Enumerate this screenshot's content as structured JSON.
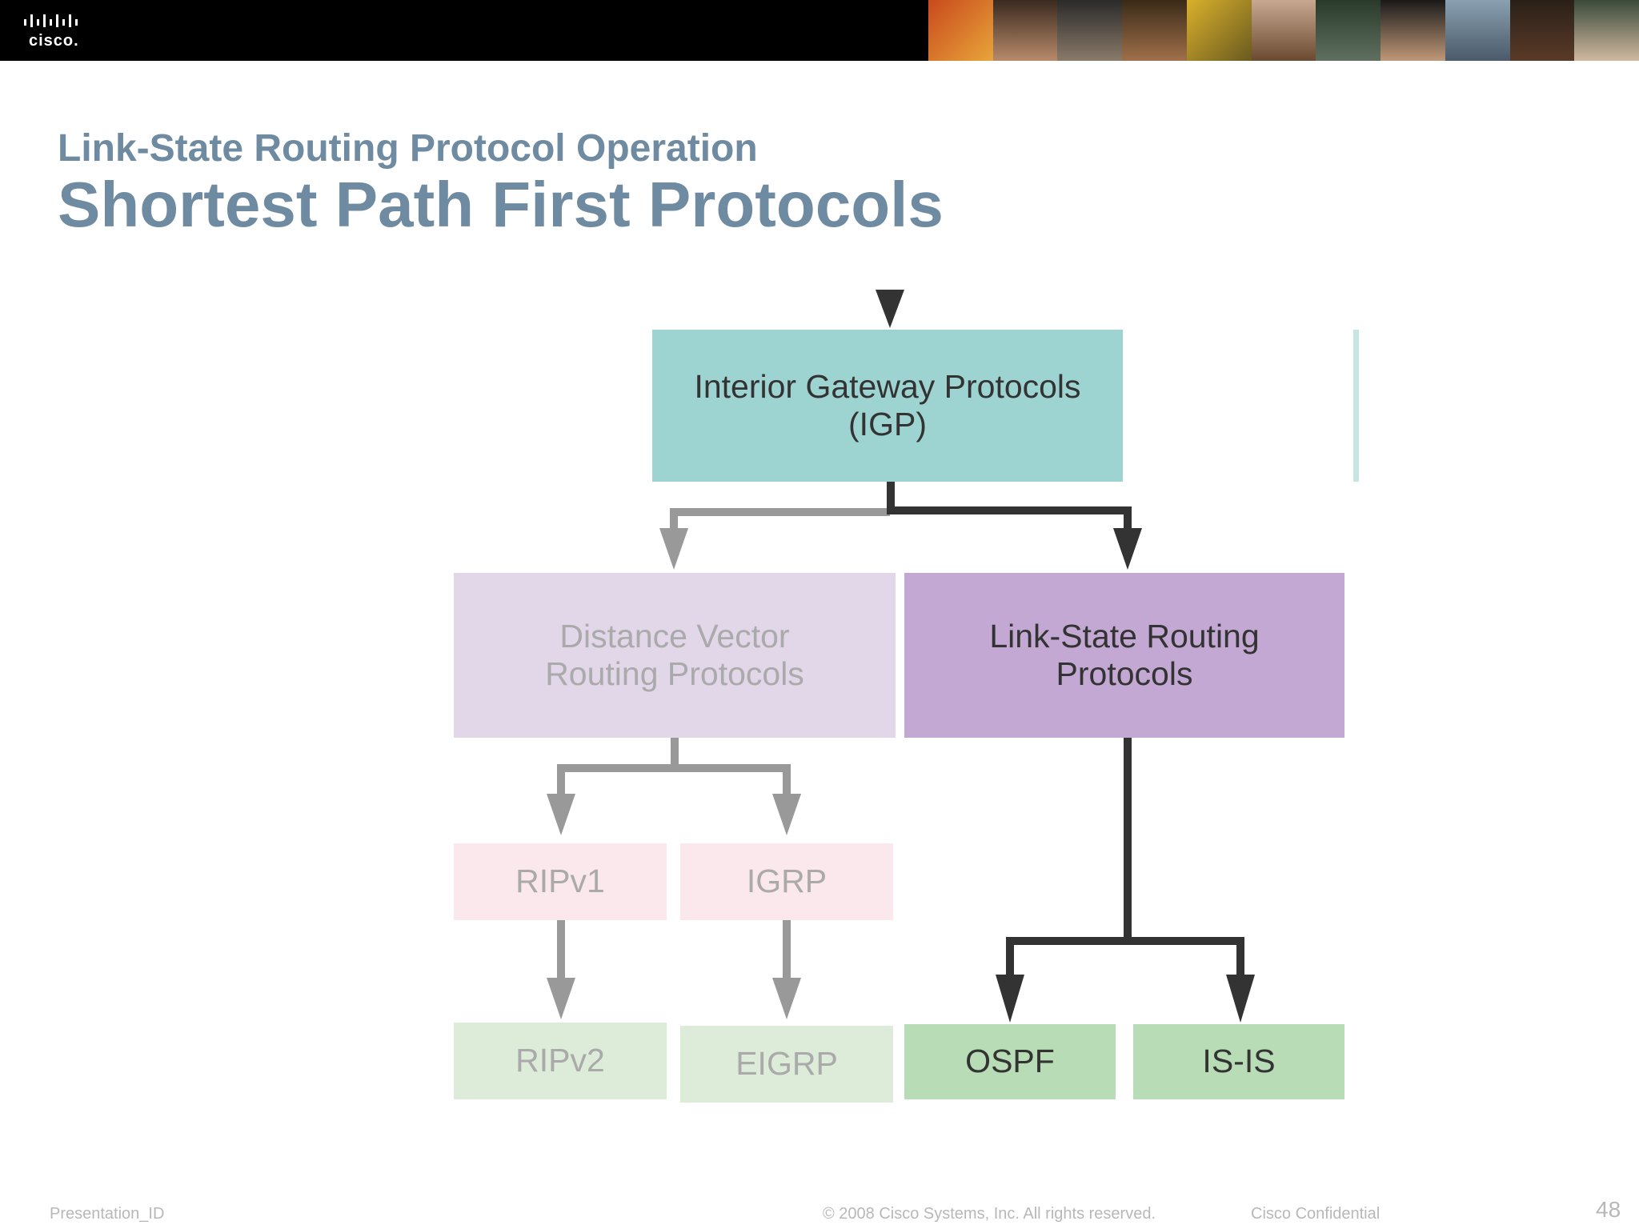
{
  "header": {
    "logo_text": "cisco."
  },
  "slide": {
    "subtitle": "Link-State Routing Protocol Operation",
    "title": "Shortest Path First Protocols"
  },
  "diagram": {
    "igp": {
      "line1": "Interior Gateway Protocols",
      "line2": "(IGP)"
    },
    "distance_vector": {
      "line1": "Distance Vector",
      "line2": "Routing Protocols"
    },
    "link_state": {
      "line1": "Link-State Routing",
      "line2": "Protocols"
    },
    "ripv1": "RIPv1",
    "igrp": "IGRP",
    "ripv2": "RIPv2",
    "eigrp": "EIGRP",
    "ospf": "OSPF",
    "isis": "IS-IS"
  },
  "footer": {
    "presentation_id": "Presentation_ID",
    "copyright": "© 2008 Cisco Systems, Inc. All rights reserved.",
    "confidential": "Cisco Confidential",
    "page_number": "48"
  },
  "colors": {
    "title": "#6f8ba1",
    "igp_box": "#9dd4d1",
    "link_state_box": "#c2a8d2",
    "distance_vector_box": "#e2d6e9",
    "faded_pink_box": "#fbe8ec",
    "faded_green_box": "#dcecd9",
    "active_green_box": "#b8dcb5",
    "active_line": "#333333",
    "faded_line": "#999999"
  }
}
